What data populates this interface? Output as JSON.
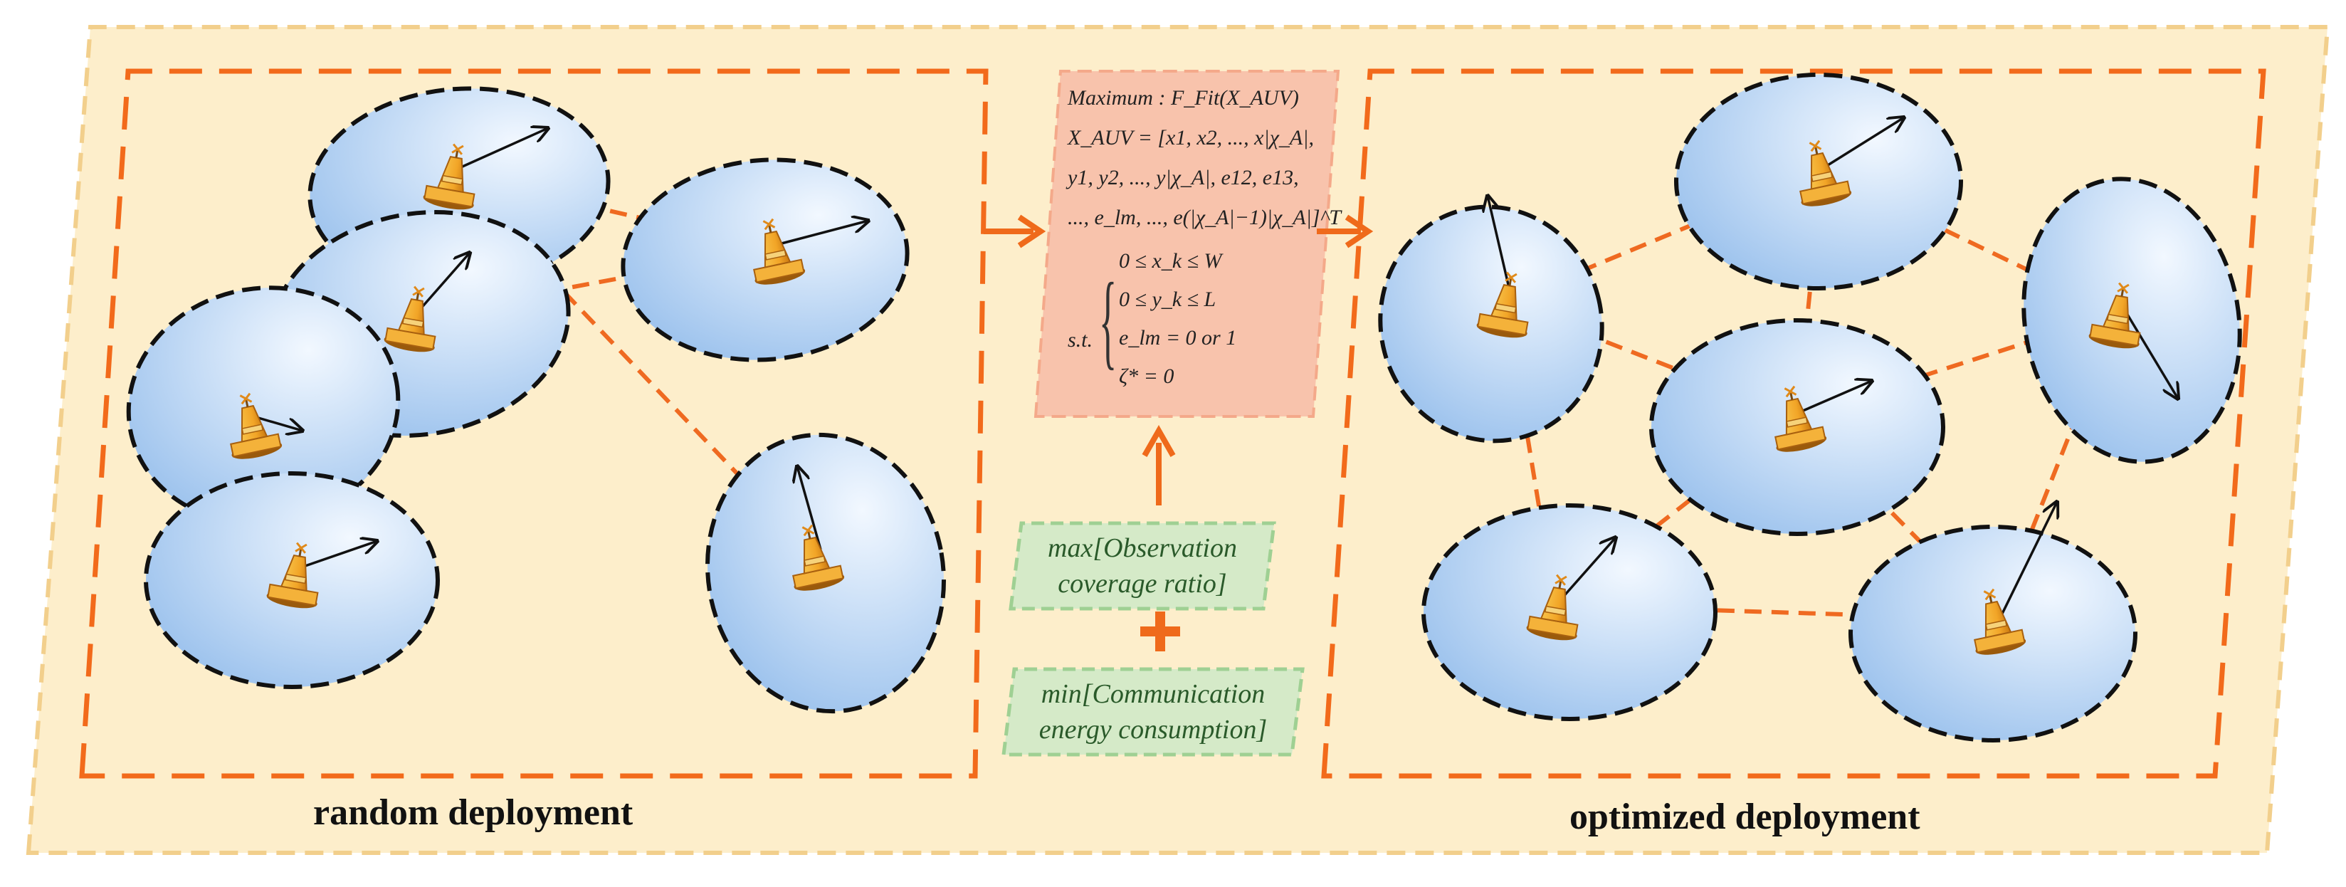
{
  "captions": {
    "left": "random deployment",
    "right": "optimized deployment"
  },
  "formula": {
    "objective": "Maximum : F_Fit(X_AUV)",
    "vector_line1": "X_AUV = [x1, x2, ..., x|χ_A|,",
    "vector_line2": "y1, y2, ..., y|χ_A|, e12, e13,",
    "vector_line3": "..., e_lm, ..., e(|χ_A|−1)|χ_A|]^T",
    "st_label": "s.t.",
    "constraints": [
      "0 ≤ x_k ≤ W",
      "0 ≤ y_k ≤ L",
      "e_lm = 0 or 1",
      "ζ* = 0"
    ]
  },
  "objectives": {
    "coverage": [
      "max[Observation",
      "coverage ratio]"
    ],
    "plus": "+",
    "energy": [
      "min[Communication",
      "energy consumption]"
    ]
  },
  "colors": {
    "panel_bg": "#fdeecb",
    "panel_border": "#f2cf8c",
    "dash_orange": "#f26a1b",
    "link_orange": "#ef6a21",
    "ellipse_fill_light": "#eef5ff",
    "ellipse_fill_dark": "#9fc4ee",
    "formula_bg": "#f8c3ac",
    "green_box_bg": "#d5eac8",
    "green_box_border": "#9fd093",
    "buoy_orange": "#f2a527",
    "buoy_dark": "#b5670f"
  },
  "icons": [
    "auv-buoy-icon",
    "arrow-right-icon",
    "arrow-up-icon",
    "plus-icon"
  ]
}
